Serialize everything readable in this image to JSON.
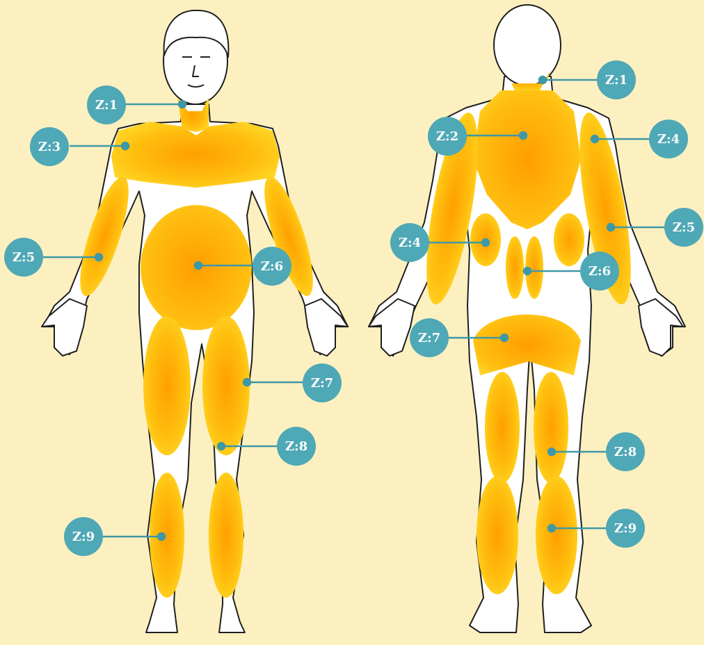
{
  "colors": {
    "background": "#fdf0c0",
    "skin": "#ffffff",
    "outline": "#1f1f1f",
    "zone_light": "#ffd21a",
    "zone_dark": "#ffa000",
    "marker": "#4ea8b6",
    "marker_text": "#ffffff"
  },
  "front": {
    "z1": "Z:1",
    "z3": "Z:3",
    "z5": "Z:5",
    "z6": "Z:6",
    "z7": "Z:7",
    "z8": "Z:8",
    "z9": "Z:9"
  },
  "back": {
    "z1": "Z:1",
    "z2": "Z:2",
    "z4_arm": "Z:4",
    "z4_flank": "Z:4",
    "z5": "Z:5",
    "z6": "Z:6",
    "z7": "Z:7",
    "z8": "Z:8",
    "z9": "Z:9"
  }
}
